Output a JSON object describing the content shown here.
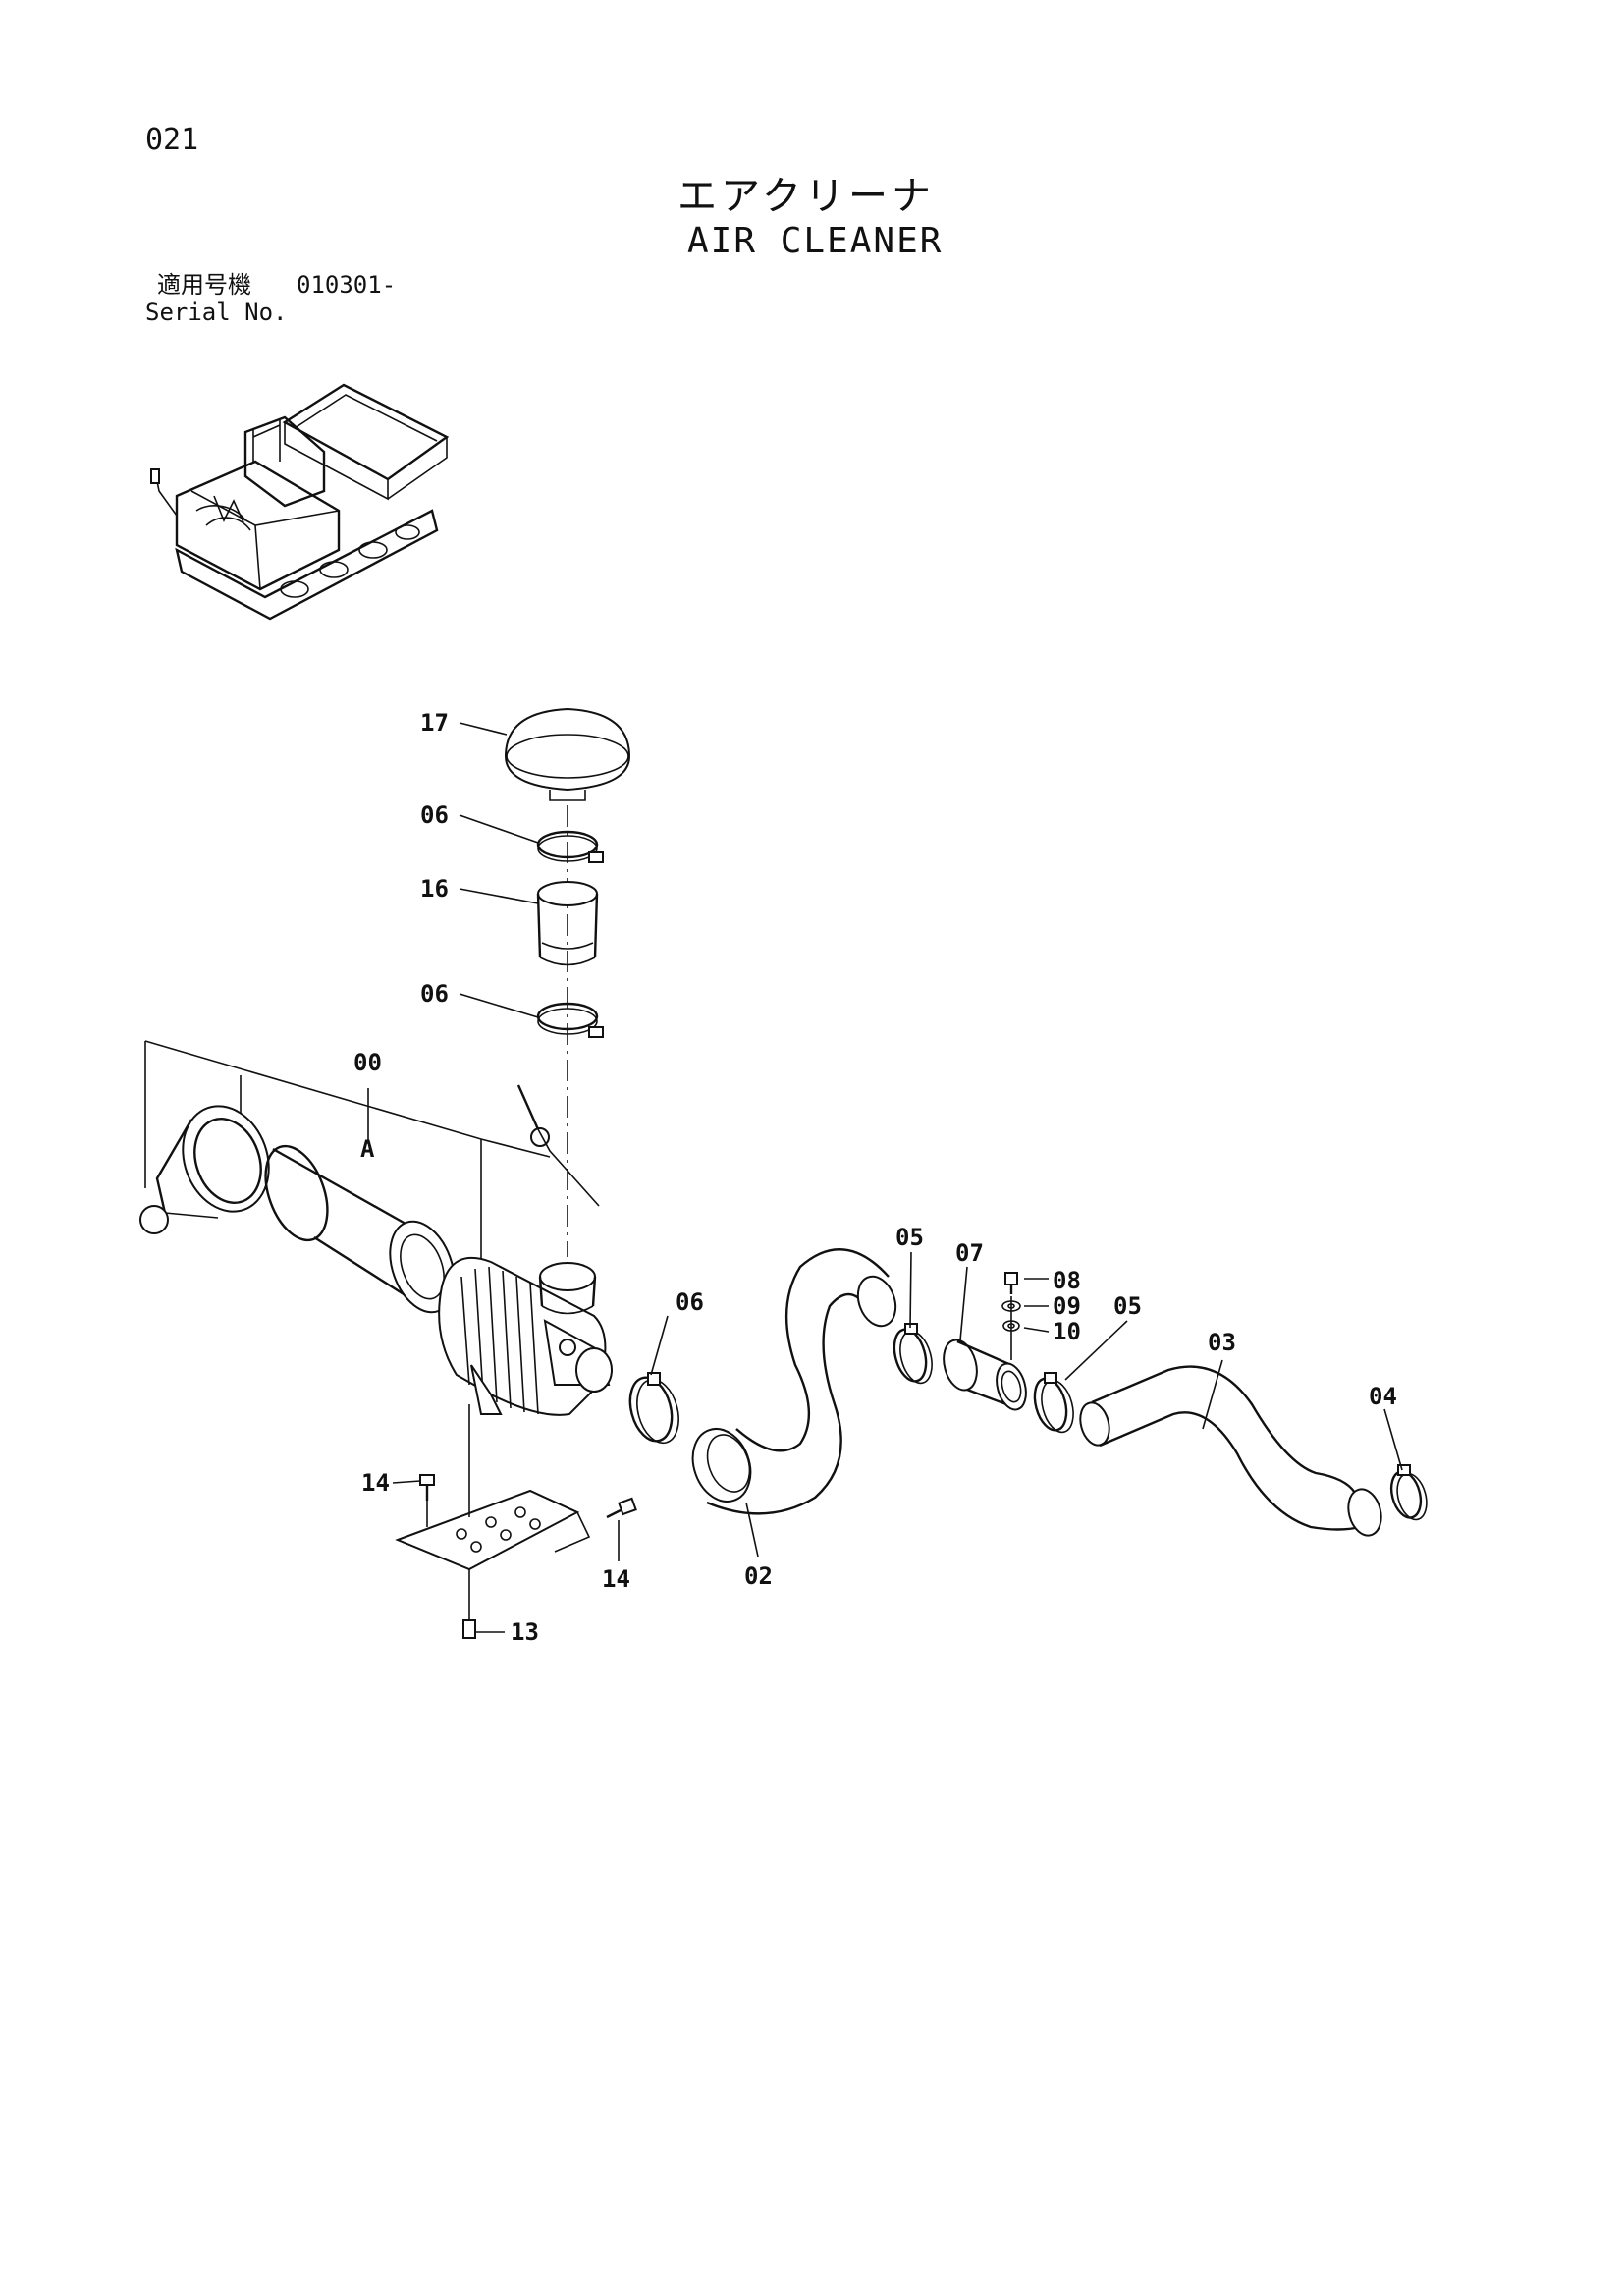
{
  "page_number": "021",
  "title_jp": "エアクリーナ",
  "title_en": "AIR CLEANER",
  "serial": {
    "label_jp": "適用号機",
    "label_en": "Serial No.",
    "value": "010301-"
  },
  "callouts": {
    "c00": "00",
    "cA": "A",
    "c02": "02",
    "c03": "03",
    "c04": "04",
    "c05a": "05",
    "c05b": "05",
    "c06a": "06",
    "c06b": "06",
    "c06c": "06",
    "c07": "07",
    "c08": "08",
    "c09": "09",
    "c10": "10",
    "c13": "13",
    "c14a": "14",
    "c14b": "14",
    "c16": "16",
    "c17": "17"
  }
}
